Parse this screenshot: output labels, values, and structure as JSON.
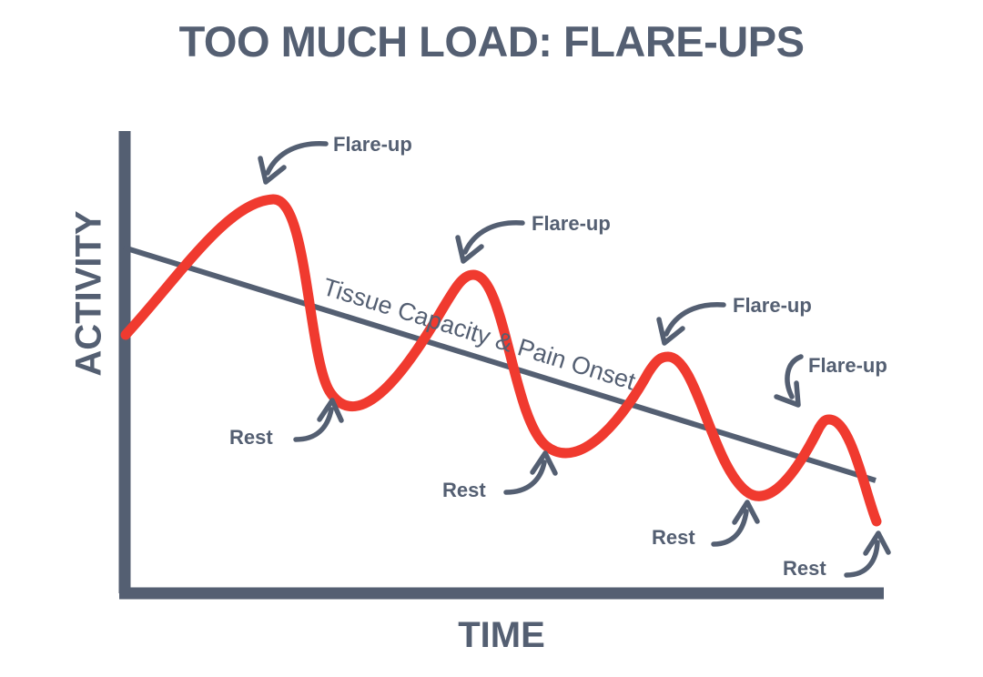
{
  "chart_data": {
    "type": "line",
    "title": "TOO MUCH LOAD: FLARE-UPS",
    "xlabel": "TIME",
    "ylabel": "ACTIVITY",
    "grid": false,
    "legend": "none",
    "colors": {
      "activity_curve": "#F03A2F",
      "capacity_line": "#545F72",
      "axis": "#545F72",
      "text": "#545F72",
      "background": "#ffffff"
    },
    "series": [
      {
        "name": "Activity",
        "color": "#F03A2F",
        "description": "Oscillating activity curve with decreasing amplitude and increasing frequency, overall downward trend",
        "points": [
          {
            "x": 0,
            "y": 57,
            "role": "start"
          },
          {
            "x": 19,
            "y": 75,
            "role": "peak"
          },
          {
            "x": 28,
            "y": 31,
            "role": "trough"
          },
          {
            "x": 47,
            "y": 65,
            "role": "peak"
          },
          {
            "x": 56,
            "y": 23,
            "role": "trough"
          },
          {
            "x": 73,
            "y": 54,
            "role": "peak"
          },
          {
            "x": 83,
            "y": 20,
            "role": "trough"
          },
          {
            "x": 94,
            "y": 35,
            "role": "peak"
          },
          {
            "x": 100,
            "y": 13,
            "role": "trough"
          }
        ]
      },
      {
        "name": "Tissue Capacity & Pain Onset",
        "color": "#545F72",
        "description": "Straight declining threshold line",
        "points": [
          {
            "x": 0,
            "y": 70
          },
          {
            "x": 100,
            "y": 22
          }
        ]
      }
    ],
    "annotations": {
      "capacity_label": "Tissue Capacity & Pain Onset",
      "flare_ups": [
        {
          "label": "Flare-up",
          "target_x": 19,
          "target_y": 75
        },
        {
          "label": "Flare-up",
          "target_x": 47,
          "target_y": 65
        },
        {
          "label": "Flare-up",
          "target_x": 73,
          "target_y": 54
        },
        {
          "label": "Flare-up",
          "target_x": 94,
          "target_y": 35
        }
      ],
      "rests": [
        {
          "label": "Rest",
          "target_x": 28,
          "target_y": 31
        },
        {
          "label": "Rest",
          "target_x": 56,
          "target_y": 23
        },
        {
          "label": "Rest",
          "target_x": 83,
          "target_y": 20
        },
        {
          "label": "Rest",
          "target_x": 100,
          "target_y": 13
        }
      ]
    }
  },
  "annotation_labels": {
    "flare_up_1": "Flare-up",
    "flare_up_2": "Flare-up",
    "flare_up_3": "Flare-up",
    "flare_up_4": "Flare-up",
    "rest_1": "Rest",
    "rest_2": "Rest",
    "rest_3": "Rest",
    "rest_4": "Rest",
    "capacity": "Tissue Capacity & Pain Onset"
  }
}
